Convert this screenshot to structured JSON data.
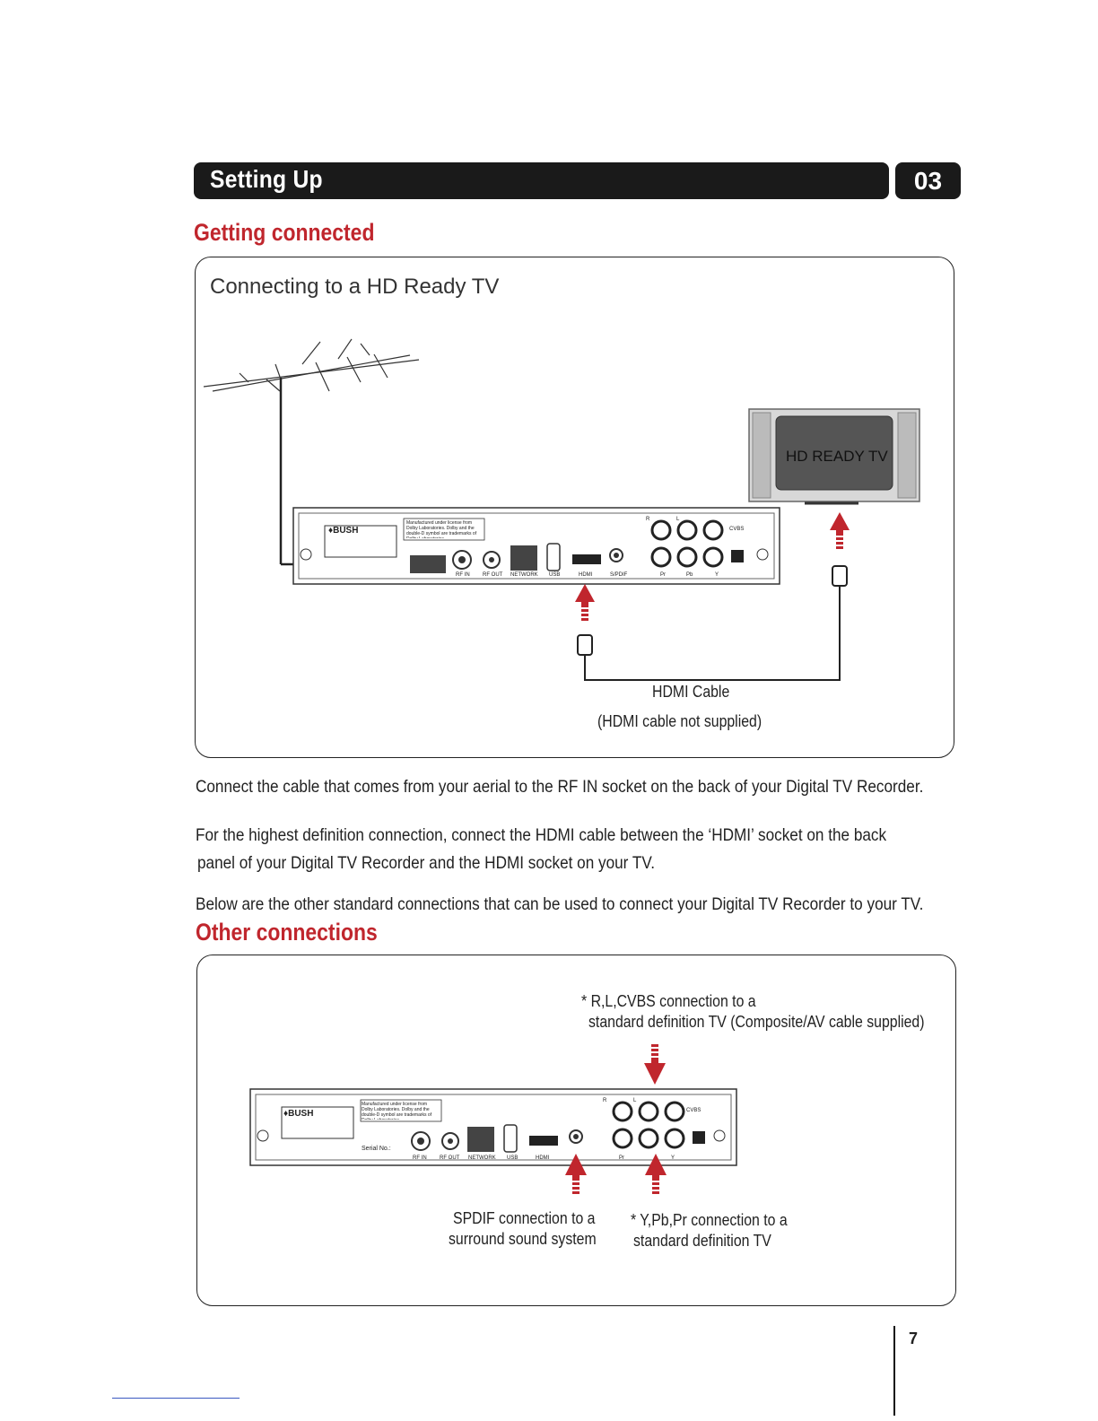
{
  "header": {
    "title": "Setting Up",
    "chapter": "03"
  },
  "section1": {
    "heading": "Getting connected",
    "panel_title": "Connecting to a HD Ready TV",
    "tv_label": "HD READY TV",
    "cable_label": "HDMI Cable",
    "cable_note": "(HDMI cable not supplied)"
  },
  "device": {
    "brand": "♦BUSH",
    "dolby_text": "Manufactured under license from Dolby Laboratories. Dolby and the double-D symbol are trademarks of Dolby Laboratories.",
    "ports": [
      "RF IN",
      "RF OUT",
      "NETWORK",
      "USB",
      "HDMI",
      "S/PDIF",
      "Pr",
      "Pb",
      "Y"
    ],
    "audio_labels": [
      "R",
      "L",
      "CVBS"
    ],
    "serial_label": "Serial No.:"
  },
  "paragraphs": {
    "p1": "Connect the cable that comes from your aerial to the RF IN socket on the back of your Digital TV Recorder.",
    "p2_line1": "For the highest definition connection, connect the HDMI cable between the ‘HDMI’ socket on the back",
    "p2_line2": "panel of your Digital TV Recorder and the HDMI socket on your TV.",
    "p3": "Below are the other standard connections that can be used to connect your Digital TV Recorder to your TV."
  },
  "section2": {
    "heading": "Other connections",
    "cvbs_line1": "* R,L,CVBS connection to a",
    "cvbs_line2": "standard definition TV  (Composite/AV cable supplied)",
    "spdif_line1": "SPDIF connection to a",
    "spdif_line2": "surround sound system",
    "ypbpr_line1": "* Y,Pb,Pr connection to a",
    "ypbpr_line2": "standard definition TV"
  },
  "page_number": "7",
  "colors": {
    "accent_red": "#c0262d",
    "header_bg": "#1a1a1a"
  }
}
